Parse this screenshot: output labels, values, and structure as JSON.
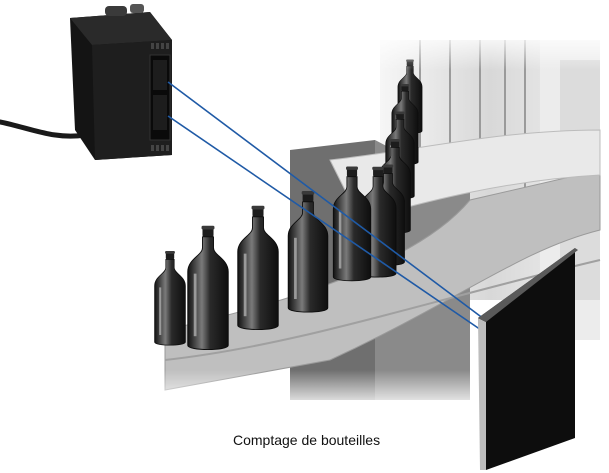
{
  "caption": "Comptage de bouteilles",
  "colors": {
    "background": "#ffffff",
    "sensor_body": "#1b1b1b",
    "beam": "#1f5aa6",
    "reflector": "#0b0b0b",
    "conveyor": "#9a9a9a",
    "bottle_glass": "#2e2e2e"
  },
  "icons": [
    "photoelectric-sensor",
    "reflector-plate",
    "bottle"
  ]
}
